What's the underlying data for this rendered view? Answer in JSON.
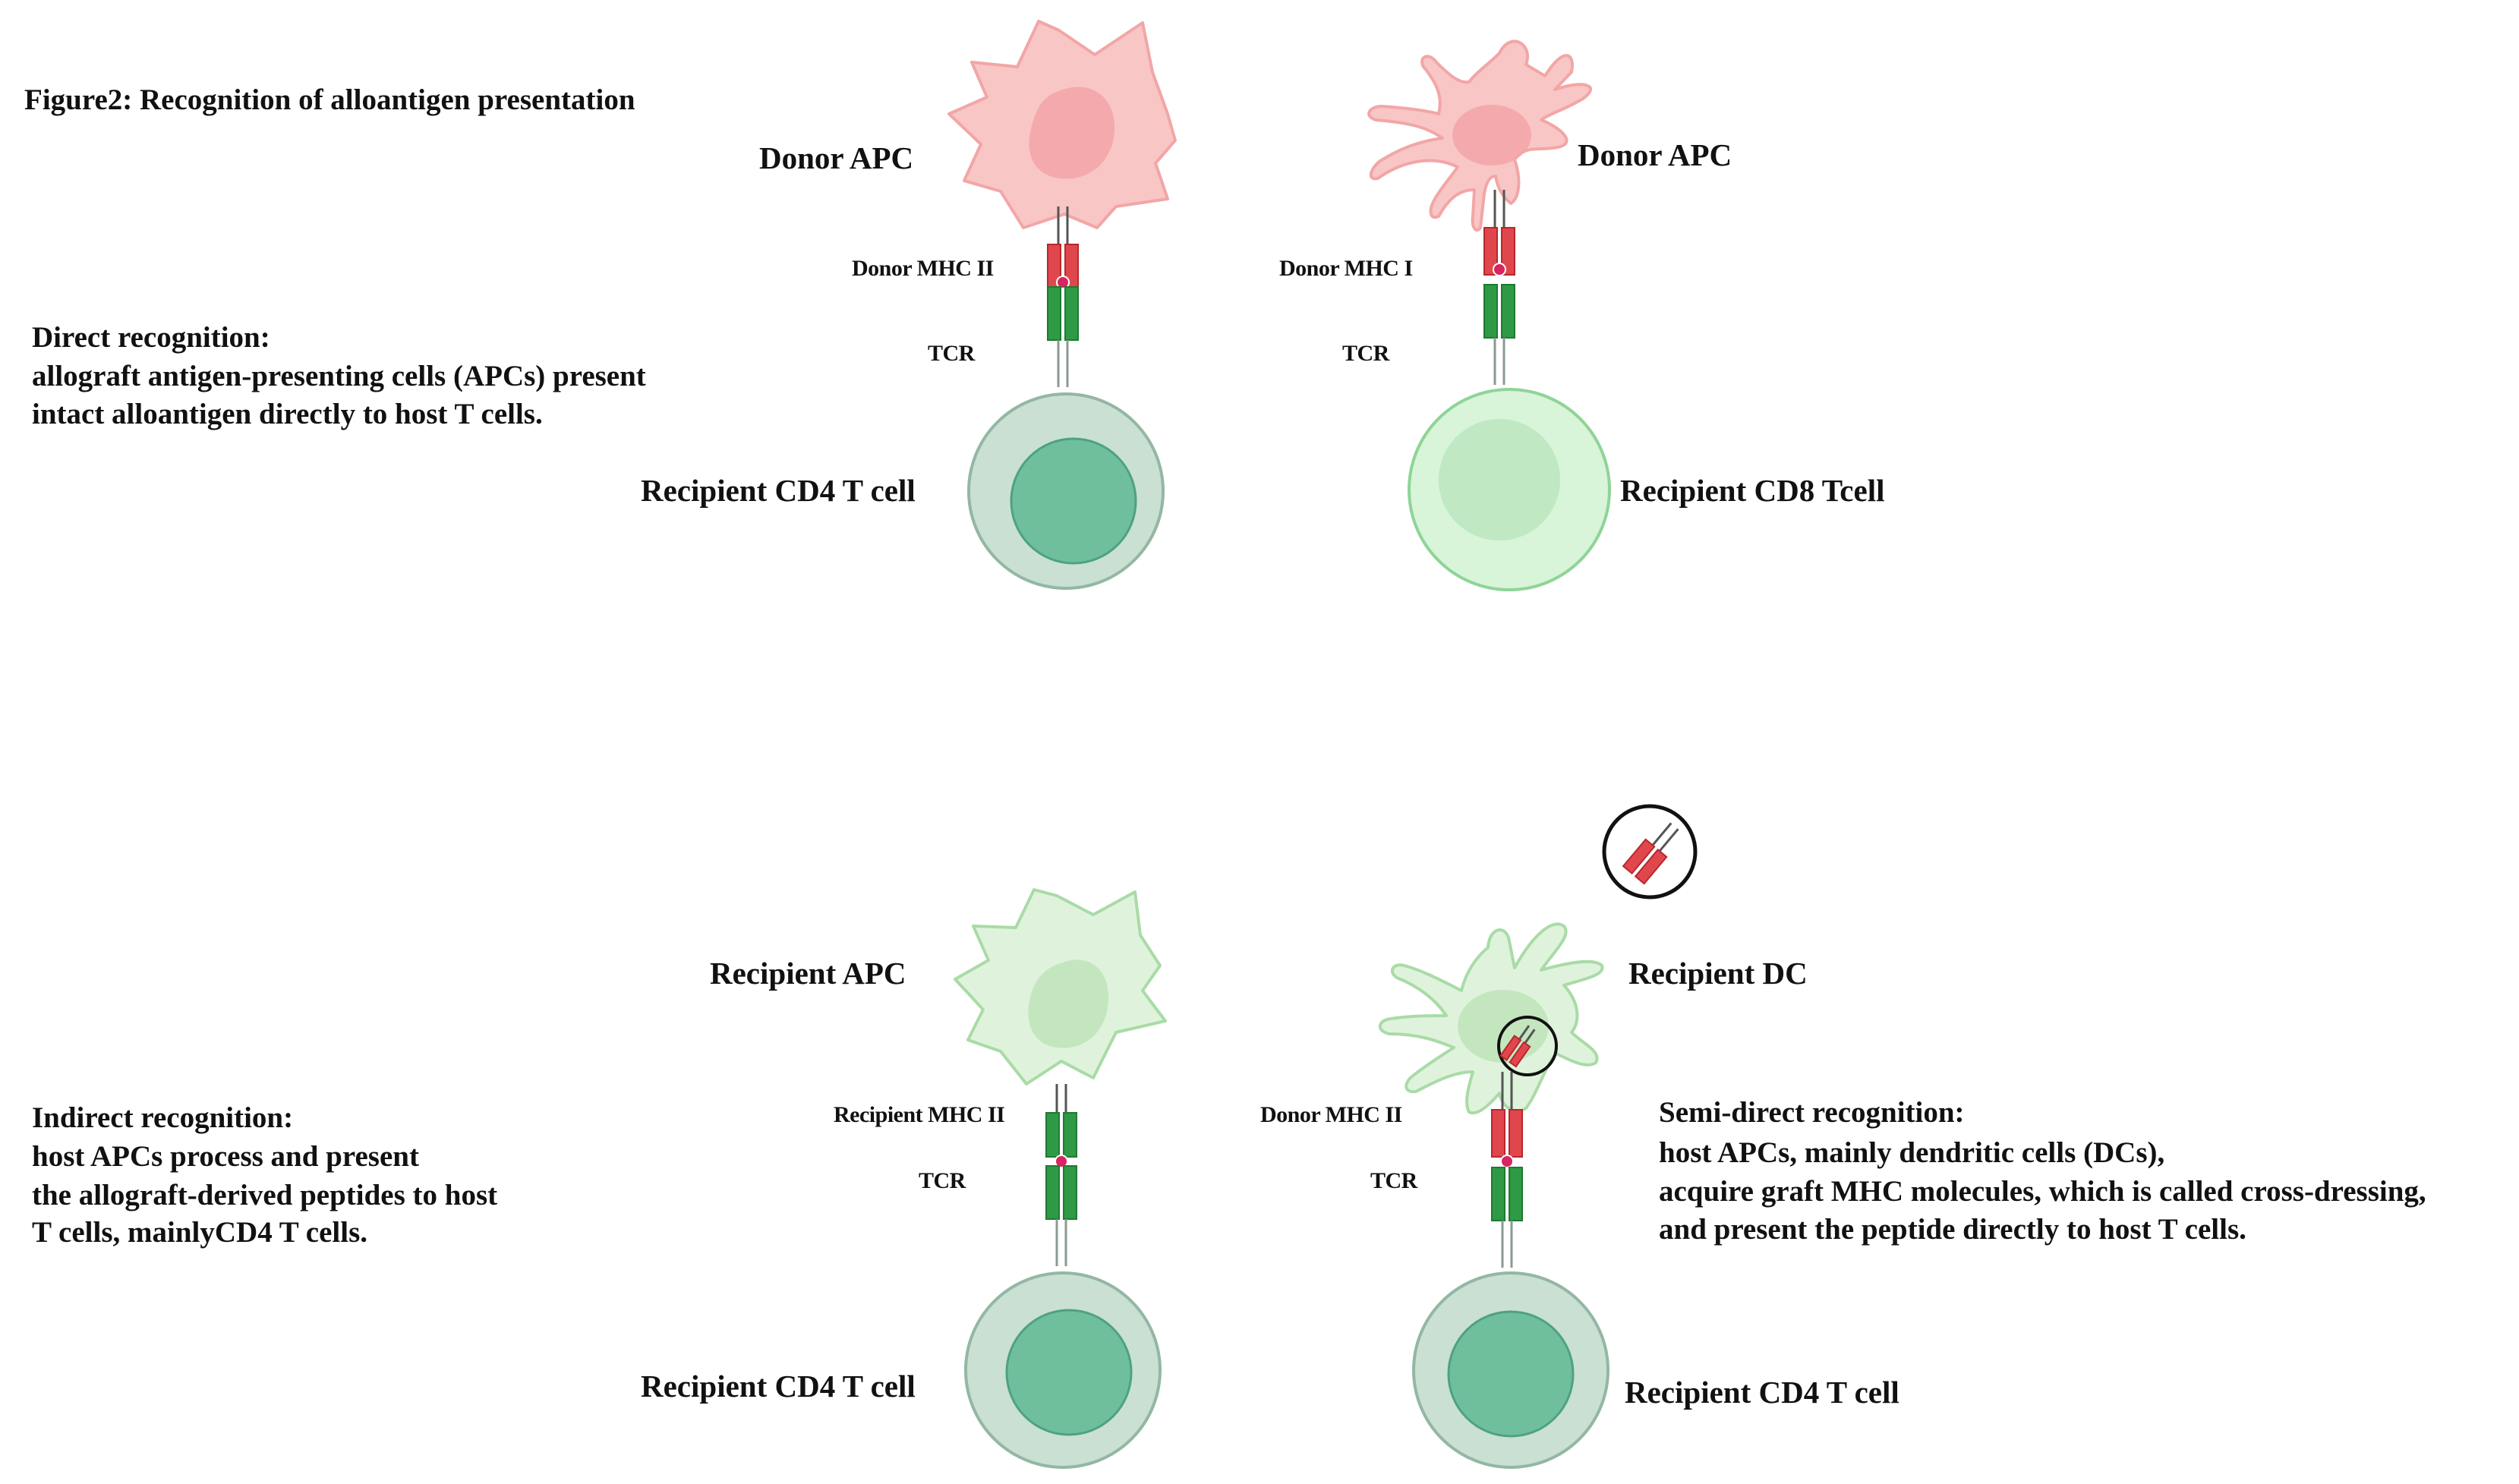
{
  "figure": {
    "title": "Figure2: Recognition of alloantigen presentation"
  },
  "direct": {
    "heading": "Direct recognition:",
    "lines": [
      "allograft antigen-presenting cells (APCs) present",
      "intact alloantigen directly to host T cells."
    ],
    "left": {
      "apc_label": "Donor APC",
      "mhc_label": "Donor MHC II",
      "tcr_label": "TCR",
      "tcell_label": "Recipient CD4 T cell"
    },
    "right": {
      "apc_label": "Donor APC",
      "mhc_label": "Donor MHC I",
      "tcr_label": "TCR",
      "tcell_label": "Recipient CD8 Tcell"
    }
  },
  "indirect": {
    "heading": "Indirect recognition:",
    "lines": [
      "host APCs process and present",
      "the allograft-derived peptides to host",
      "T cells, mainlyCD4 T cells."
    ],
    "apc_label": "Recipient APC",
    "mhc_label": "Recipient MHC II",
    "tcr_label": "TCR",
    "tcell_label": "Recipient CD4 T cell"
  },
  "semidirect": {
    "heading": "Semi-direct recognition:",
    "lines": [
      "host APCs, mainly dendritic cells (DCs),",
      "acquire graft MHC molecules, which is called cross-dressing,",
      "and present the peptide directly to host T cells."
    ],
    "apc_label": "Recipient DC",
    "mhc_label": "Donor MHC II",
    "tcr_label": "TCR",
    "tcell_label": "Recipient CD4 T cell"
  },
  "colors": {
    "donor_cell_fill": "#f9c6c6",
    "donor_cell_stroke": "#f2a6a6",
    "donor_nucleus": "#f3a4a8",
    "recipient_apc_fill": "#dff3dc",
    "recipient_apc_stroke": "#a9dba6",
    "recipient_apc_nucleus": "#c3e6bf",
    "cd4_outer": "#c9e0d3",
    "cd4_outer_stroke": "#93b7a3",
    "cd4_nucleus": "#6fbf9d",
    "cd8_outer": "#d8f4d9",
    "cd8_outer_stroke": "#8fd497",
    "cd8_nucleus": "#bfe8c3",
    "mhc_red": "#e0474c",
    "tcr_green": "#2e9a45",
    "peptide": "#d8245f"
  }
}
